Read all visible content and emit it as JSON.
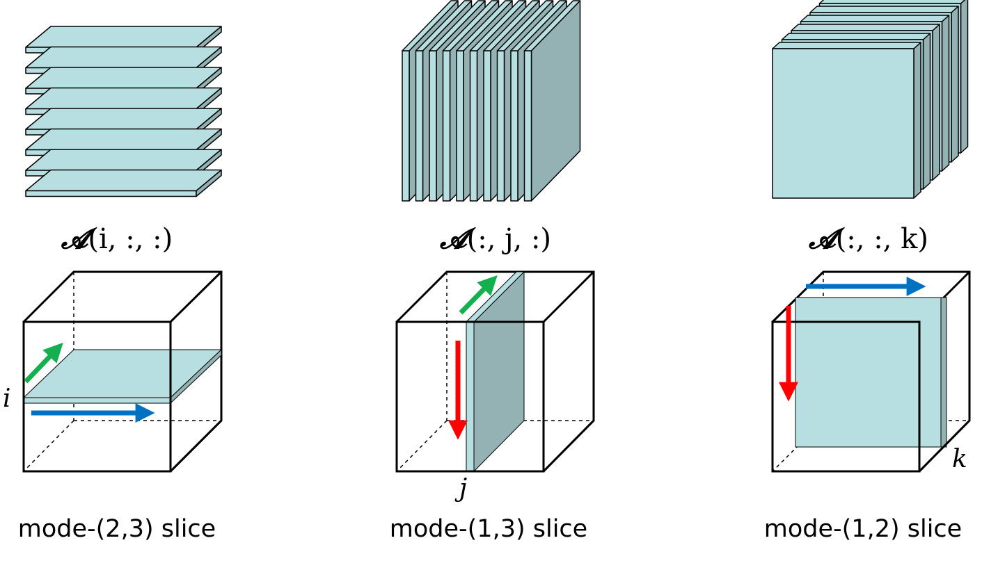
{
  "colors": {
    "slice_fill": "#b7dfe1",
    "slice_side": "#94b2b3",
    "edge": "#000000",
    "arrow_red": "#ff0000",
    "arrow_green": "#14b050",
    "arrow_blue": "#0070c0"
  },
  "panels": [
    {
      "notation": {
        "tensor": "𝓐",
        "args": "(i, :, :)"
      },
      "index_label": "i",
      "caption": "mode-(2,3) slice"
    },
    {
      "notation": {
        "tensor": "𝓐",
        "args": "(:, j, :)"
      },
      "index_label": "j",
      "caption": "mode-(1,3) slice"
    },
    {
      "notation": {
        "tensor": "𝓐",
        "args": "(:, :, k)"
      },
      "index_label": "k",
      "caption": "mode-(1,2) slice"
    }
  ]
}
